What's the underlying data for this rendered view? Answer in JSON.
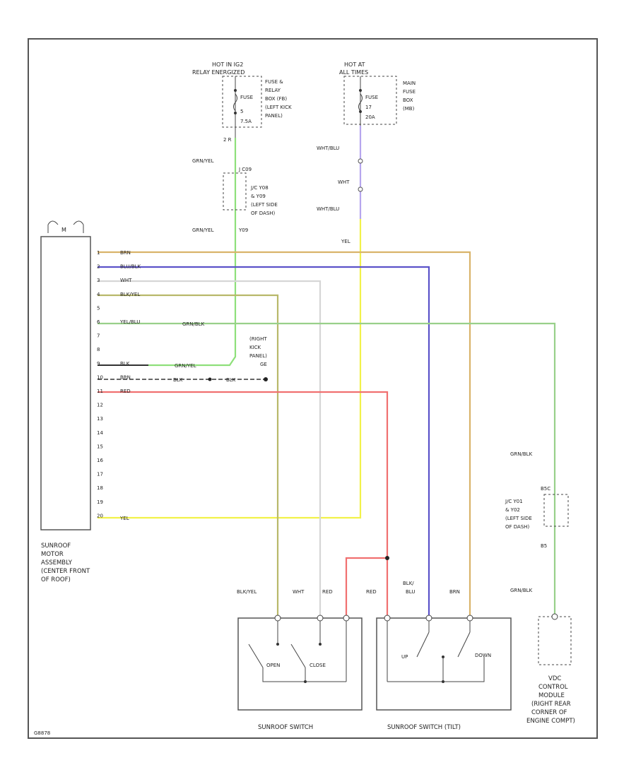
{
  "colors": {
    "brn": "#d9b36a",
    "blu": "#5b52c9",
    "wht": "#cfcfcf",
    "yel": "#f2f24a",
    "red": "#f07070",
    "grn_yel": "#8ee07a",
    "grn_blk": "#98d08a",
    "blk_yel": "#b8b86a",
    "blk": "#333333",
    "violet": "#b6a6ee"
  },
  "power": {
    "hot1_line1": "HOT IN IG2",
    "hot1_line2": "RELAY ENERGIZED",
    "fuse1_label": "FUSE",
    "fuse1_number": "5",
    "fuse1_amp": "7.5A",
    "fuse1_box": [
      "FUSE &",
      "RELAY",
      "BOX (FB)",
      "(LEFT KICK",
      "PANEL)"
    ],
    "hot2_line1": "HOT AT",
    "hot2_line2": "ALL TIMES",
    "fuse2_label": "FUSE",
    "fuse2_number": "17",
    "fuse2_amp": "20A",
    "fuse2_box": [
      "MAIN",
      "FUSE",
      "BOX",
      "(MB)"
    ],
    "splice_pin": "2  R",
    "jc_label": [
      "J/C Y08",
      "& Y09",
      "(LEFT SIDE",
      "OF DASH)"
    ],
    "jc_top": "J C09",
    "jc_bottom": "Y09",
    "gd_label": [
      "(RIGHT",
      "KICK",
      "PANEL)",
      "GE"
    ]
  },
  "wires": {
    "grn_yel": "GRN/YEL",
    "grn_yel2": "GRN/YEL",
    "wht_blu": "WHT/BLU",
    "wht": "WHT",
    "wht_blu2": "WHT/BLU",
    "yel": "YEL",
    "grn_blk": "GRN/BLK",
    "grn_blk2": "GRN/BLK",
    "grn_blk3": "GRN/BLK",
    "blk_yel": "BLK/YEL",
    "wht2": "WHT",
    "red": "RED",
    "red2": "RED",
    "blu_blu": [
      "BLK/",
      "BLU"
    ],
    "brn": "BRN",
    "blk": "BLK",
    "blk2": "BLK"
  },
  "motor": {
    "connector": "M",
    "caption": [
      "SUNROOF",
      "MOTOR",
      "ASSEMBLY",
      "(CENTER FRONT",
      "OF ROOF)"
    ],
    "pins": [
      {
        "num": "1",
        "wire": "BRN"
      },
      {
        "num": "2",
        "wire": "BLU/BLK"
      },
      {
        "num": "3",
        "wire": "WHT"
      },
      {
        "num": "4",
        "wire": "BLK/YEL"
      },
      {
        "num": "5",
        "wire": ""
      },
      {
        "num": "6",
        "wire": "YEL/BLU"
      },
      {
        "num": "7",
        "wire": ""
      },
      {
        "num": "8",
        "wire": ""
      },
      {
        "num": "9",
        "wire": "BLK"
      },
      {
        "num": "10",
        "wire": "BRN"
      },
      {
        "num": "11",
        "wire": "RED"
      },
      {
        "num": "12",
        "wire": ""
      },
      {
        "num": "13",
        "wire": ""
      },
      {
        "num": "14",
        "wire": ""
      },
      {
        "num": "15",
        "wire": ""
      },
      {
        "num": "16",
        "wire": ""
      },
      {
        "num": "17",
        "wire": ""
      },
      {
        "num": "18",
        "wire": ""
      },
      {
        "num": "19",
        "wire": ""
      },
      {
        "num": "20",
        "wire": "YEL"
      }
    ]
  },
  "switch1": {
    "caption": "SUNROOF SWITCH",
    "open": "OPEN",
    "close": "CLOSE"
  },
  "switch2": {
    "caption": "SUNROOF SWITCH (TILT)",
    "up": "UP",
    "down": "DOWN"
  },
  "jc2": {
    "label": [
      "J/C Y01",
      "& Y02",
      "(LEFT SIDE",
      "OF DASH)"
    ],
    "top": "B5C",
    "bottom": "B5"
  },
  "vdc": {
    "caption": [
      "VDC",
      "CONTROL",
      "MODULE",
      "(RIGHT REAR",
      "CORNER OF",
      "ENGINE COMPT)"
    ]
  },
  "corner_code": "G8878"
}
